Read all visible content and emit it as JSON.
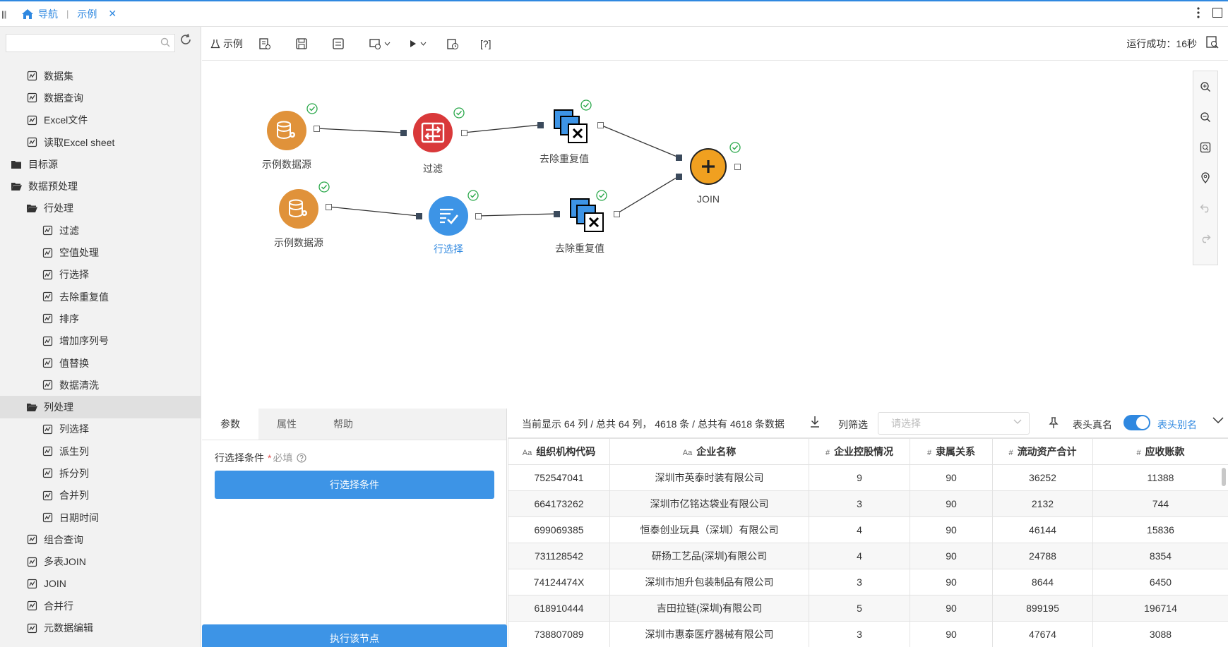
{
  "topbar": {
    "nav_label": "导航",
    "tab_label": "示例",
    "close": "✕"
  },
  "sidebar": {
    "search_placeholder": "",
    "items": [
      {
        "label": "数据集",
        "level": 1,
        "icon": "dataset-icon"
      },
      {
        "label": "数据查询",
        "level": 1,
        "icon": "data-query-icon"
      },
      {
        "label": "Excel文件",
        "level": 1,
        "icon": "excel-file-icon"
      },
      {
        "label": "读取Excel sheet",
        "level": 1,
        "icon": "excel-sheet-icon"
      },
      {
        "label": "目标源",
        "level": 0,
        "icon": "folder-icon"
      },
      {
        "label": "数据预处理",
        "level": 0,
        "icon": "folder-open-icon"
      },
      {
        "label": "行处理",
        "level": 1,
        "icon": "folder-open-icon"
      },
      {
        "label": "过滤",
        "level": 2,
        "icon": "filter-icon"
      },
      {
        "label": "空值处理",
        "level": 2,
        "icon": "null-handle-icon"
      },
      {
        "label": "行选择",
        "level": 2,
        "icon": "row-select-icon"
      },
      {
        "label": "去除重复值",
        "level": 2,
        "icon": "dedupe-icon"
      },
      {
        "label": "排序",
        "level": 2,
        "icon": "sort-icon"
      },
      {
        "label": "增加序列号",
        "level": 2,
        "icon": "serial-icon"
      },
      {
        "label": "值替换",
        "level": 2,
        "icon": "replace-icon"
      },
      {
        "label": "数据清洗",
        "level": 2,
        "icon": "clean-icon"
      },
      {
        "label": "列处理",
        "level": 1,
        "icon": "folder-open-icon",
        "selected": true
      },
      {
        "label": "列选择",
        "level": 2,
        "icon": "col-select-icon"
      },
      {
        "label": "派生列",
        "level": 2,
        "icon": "derive-icon"
      },
      {
        "label": "拆分列",
        "level": 2,
        "icon": "split-icon"
      },
      {
        "label": "合并列",
        "level": 2,
        "icon": "merge-col-icon"
      },
      {
        "label": "日期时间",
        "level": 2,
        "icon": "datetime-icon"
      },
      {
        "label": "组合查询",
        "level": 1,
        "icon": "combo-query-icon"
      },
      {
        "label": "多表JOIN",
        "level": 1,
        "icon": "multi-join-icon"
      },
      {
        "label": "JOIN",
        "level": 1,
        "icon": "join-icon"
      },
      {
        "label": "合并行",
        "level": 1,
        "icon": "merge-row-icon"
      },
      {
        "label": "元数据编辑",
        "level": 1,
        "icon": "meta-edit-icon"
      }
    ]
  },
  "toolbar": {
    "example_label": "示例",
    "help_label": "[?]",
    "status": "运行成功：16秒"
  },
  "canvas": {
    "nodes": [
      {
        "id": "src1",
        "label": "示例数据源",
        "kind": "datasource",
        "color": "#e0923a"
      },
      {
        "id": "filter",
        "label": "过滤",
        "kind": "filter",
        "color": "#d9393a"
      },
      {
        "id": "dedupe1",
        "label": "去除重复值",
        "kind": "dedupe"
      },
      {
        "id": "join",
        "label": "JOIN",
        "kind": "join",
        "color": "#f0a020"
      },
      {
        "id": "src2",
        "label": "示例数据源",
        "kind": "datasource",
        "color": "#e0923a"
      },
      {
        "id": "rowsel",
        "label": "行选择",
        "kind": "rowselect",
        "color": "#3d94e6",
        "active": true
      },
      {
        "id": "dedupe2",
        "label": "去除重复值",
        "kind": "dedupe"
      }
    ]
  },
  "params": {
    "tabs": [
      "参数",
      "属性",
      "帮助"
    ],
    "cond_label": "行选择条件",
    "required_mark": "*",
    "required_text": "必填",
    "cond_button": "行选择条件",
    "exec_button": "执行该节点"
  },
  "data_panel": {
    "summary": "当前显示 64 列 / 总共 64 列， 4618 条 / 总共有 4618 条数据",
    "col_filter": "列筛选",
    "select_placeholder": "请选择",
    "real_name": "表头真名",
    "alias": "表头别名",
    "columns": [
      {
        "type": "Aa",
        "name": "组织机构代码"
      },
      {
        "type": "Aa",
        "name": "企业名称"
      },
      {
        "type": "#",
        "name": "企业控股情况"
      },
      {
        "type": "#",
        "name": "隶属关系"
      },
      {
        "type": "#",
        "name": "流动资产合计"
      },
      {
        "type": "#",
        "name": "应收账款"
      }
    ],
    "rows": [
      [
        "752547041",
        "深圳市英泰时装有限公司",
        "9",
        "90",
        "36252",
        "11388"
      ],
      [
        "664173262",
        "深圳市亿铭达袋业有限公司",
        "3",
        "90",
        "2132",
        "744"
      ],
      [
        "699069385",
        "恒泰创业玩具（深圳）有限公司",
        "4",
        "90",
        "46144",
        "15836"
      ],
      [
        "731128542",
        "研扬工艺品(深圳)有限公司",
        "4",
        "90",
        "24788",
        "8354"
      ],
      [
        "74124474X",
        "深圳市旭升包装制品有限公司",
        "3",
        "90",
        "8644",
        "6450"
      ],
      [
        "618910444",
        "吉田拉链(深圳)有限公司",
        "5",
        "90",
        "899195",
        "196714"
      ],
      [
        "738807089",
        "深圳市惠泰医疗器械有限公司",
        "3",
        "90",
        "47674",
        "3088"
      ]
    ]
  }
}
